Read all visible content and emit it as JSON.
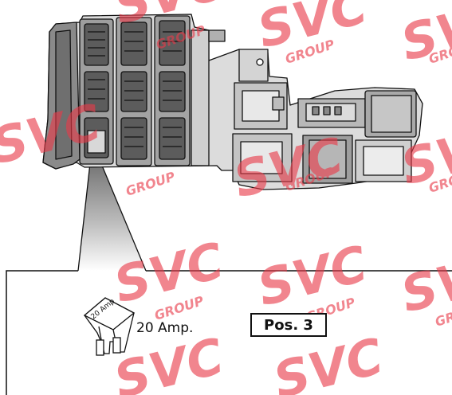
{
  "fuse": {
    "amp_text": "20 Amp",
    "amp_label": "20 Amp.",
    "position_label": "Pos. 3"
  },
  "watermark": {
    "logo_text": "SVC",
    "group_text": "GROUP",
    "color": "#e83a4a"
  },
  "colors": {
    "line": "#111111",
    "part_fill": "#dcdcdc",
    "part_shade": "#bdbdbd",
    "cone_top": "#6b6b6b"
  }
}
